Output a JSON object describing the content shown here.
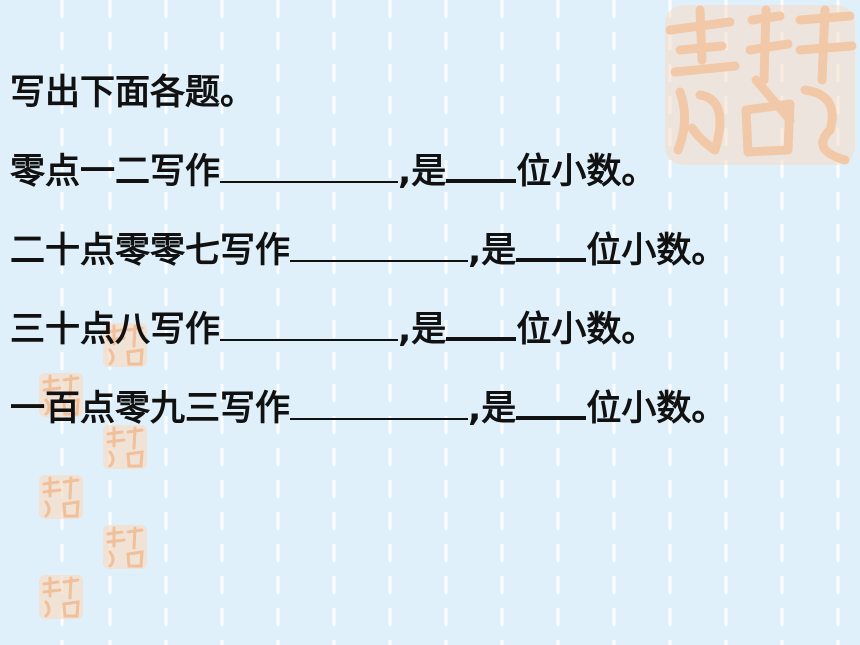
{
  "page": {
    "heading": "写出下面各题。",
    "problems": [
      {
        "prefix": "零点一二写作",
        "middle": ",是",
        "suffix": "位小数。"
      },
      {
        "prefix": "二十点零零七写作",
        "middle": ",是",
        "suffix": "位小数。"
      },
      {
        "prefix": "三十点八写作",
        "middle": ",是",
        "suffix": "位小数。"
      },
      {
        "prefix": "一百点零九三写作",
        "middle": ",是",
        "suffix": "位小数。"
      }
    ]
  },
  "colors": {
    "background": "#dff0fa",
    "text": "#111111",
    "seal": "#f2c9a8",
    "grid_line": "#ffffff"
  },
  "icons": {
    "decorations": [
      "auspicious-seal-icon"
    ]
  }
}
